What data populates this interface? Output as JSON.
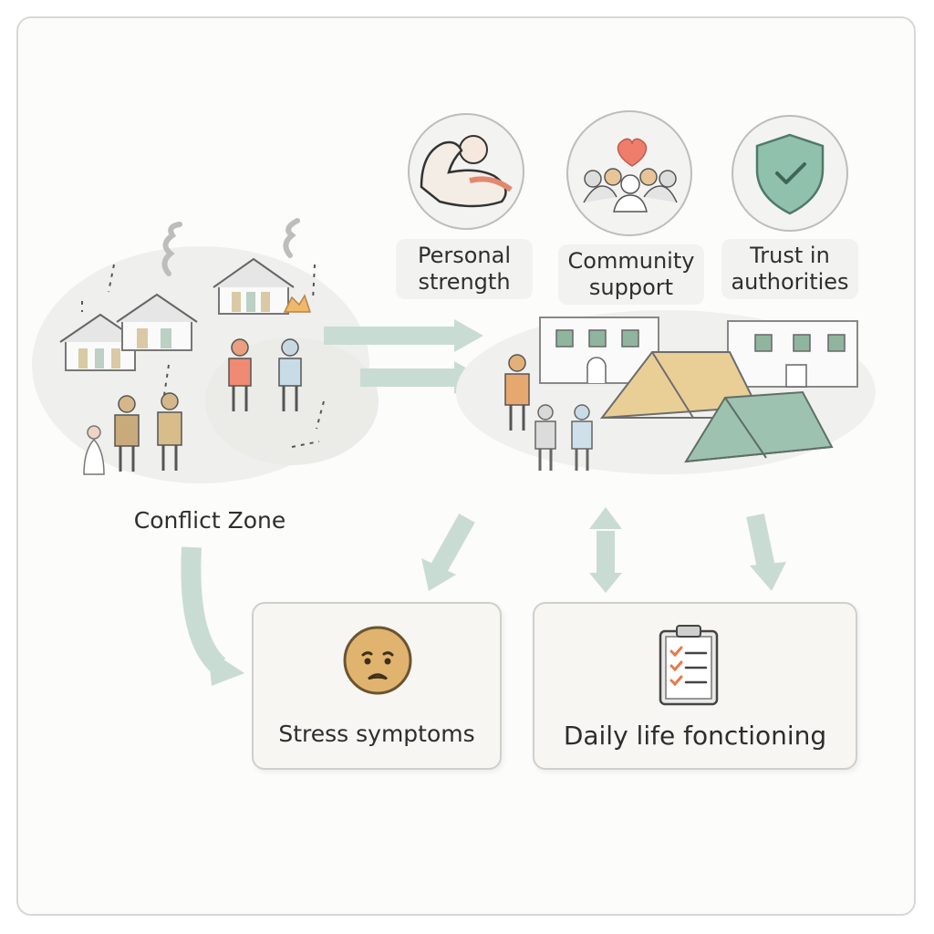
{
  "source": {
    "label": "Conflict Zone"
  },
  "factors": [
    {
      "label_line1": "Personal",
      "label_line2": "strength",
      "icon": "flexing-arm-icon"
    },
    {
      "label_line1": "Community",
      "label_line2": "support",
      "icon": "community-heart-icon"
    },
    {
      "label_line1": "Trust in",
      "label_line2": "authorities",
      "icon": "shield-check-icon"
    }
  ],
  "outcomes": [
    {
      "label": "Stress symptoms",
      "icon": "worried-face-icon"
    },
    {
      "label": "Daily life fonctioning",
      "icon": "clipboard-checklist-icon"
    }
  ],
  "colors": {
    "arrow": "#c9dcd4",
    "tent_tan": "#e9cf96",
    "tent_green": "#9ec2b0",
    "shield": "#8fc1ad",
    "heart": "#ef7d6c",
    "face": "#e0b46e"
  }
}
